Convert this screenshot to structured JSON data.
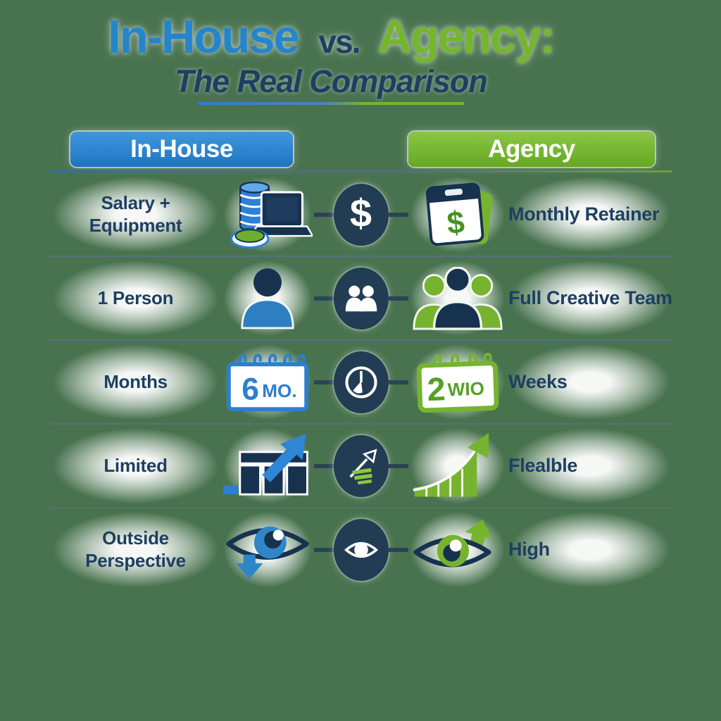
{
  "title": {
    "part_inhouse": "In-House",
    "part_vs": "vs.",
    "part_agency": "Agency:",
    "subtitle": "The Real Comparison"
  },
  "column_headers": {
    "inhouse": "In-House",
    "agency": "Agency"
  },
  "rows": [
    {
      "left_label": "Salary + Equipment",
      "left_icon": "coins-laptop-icon",
      "center_icon": "dollar-circle-icon",
      "center_symbol": "$",
      "right_icon": "calendar-dollar-icon",
      "right_icon_symbol": "$",
      "right_label": "Monthly Retainer"
    },
    {
      "left_label": "1 Person",
      "left_icon": "single-person-icon",
      "center_icon": "people-circle-icon",
      "right_icon": "creative-team-icon",
      "right_label": "Full Creative Team"
    },
    {
      "left_label": "Months",
      "left_icon": "calendar-6-months-icon",
      "left_icon_num": "6",
      "left_icon_unit": "MO.",
      "center_icon": "clock-circle-icon",
      "right_icon": "calendar-2-weeks-icon",
      "right_icon_num": "2",
      "right_icon_unit": "WIO",
      "right_label": "Weeks"
    },
    {
      "left_label": "Limited",
      "left_icon": "bar-chart-arrow-icon",
      "center_icon": "growth-arrows-circle-icon",
      "right_icon": "growth-curve-icon",
      "right_label": "Flealble"
    },
    {
      "left_label": "Outside Perspective",
      "left_icon": "eye-low-icon",
      "center_icon": "eye-circle-icon",
      "right_icon": "eye-high-icon",
      "right_label": "High"
    }
  ],
  "colors": {
    "background": "#49734f",
    "blue": "#2b82cf",
    "green": "#74b62f",
    "navy": "#1e3f63",
    "circle_navy": "#223c54",
    "white": "#ffffff"
  }
}
